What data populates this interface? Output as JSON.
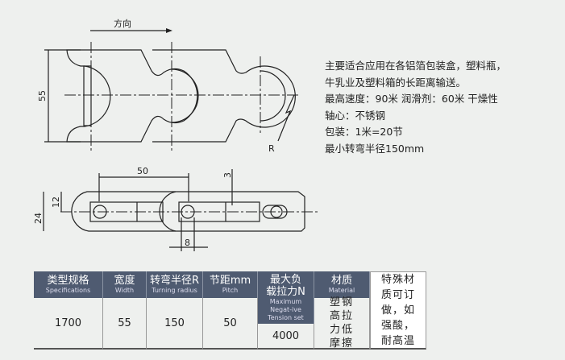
{
  "drawing": {
    "direction_label": "方向",
    "dim_width": "55",
    "dim_radius": "R",
    "dim_pitch": "50",
    "dim_3": "3",
    "dim_12": "12",
    "dim_24": "24",
    "dim_8": "8"
  },
  "description": [
    "主要适合应用在各铝箔包装盒，塑料瓶，",
    "牛乳业及塑料箱的长距离输送。",
    "最高速度：90米 润滑剂：60米 干燥性",
    "轴心：不锈钢",
    "包装：1米=20节",
    "最小转弯半径150mm"
  ],
  "table": {
    "headers": [
      {
        "cn": "类型规格",
        "en": "Specifications"
      },
      {
        "cn": "宽度",
        "en": "Width"
      },
      {
        "cn": "转弯半径R",
        "en": "Turning radius"
      },
      {
        "cn": "节距mm",
        "en": "Pitch"
      },
      {
        "cn": "最大负载拉力N",
        "en": "Maximum Negat-ive Tension set"
      },
      {
        "cn": "材质",
        "en": "Material"
      }
    ],
    "values": [
      "1700",
      "55",
      "150",
      "50",
      "4000",
      "塑钢高拉力低摩擦"
    ],
    "note": "特殊材质可订做，如强酸，耐高温"
  }
}
